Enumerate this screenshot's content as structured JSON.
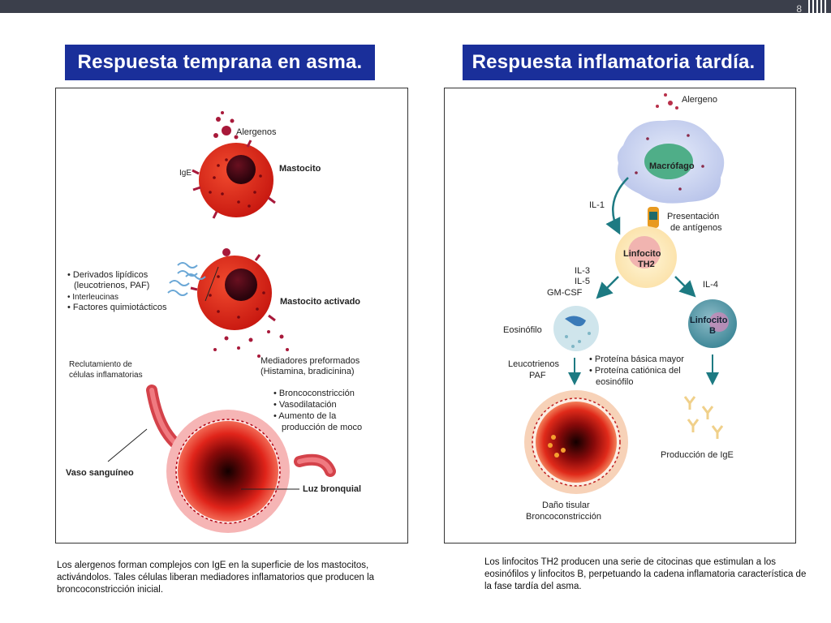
{
  "slide": {
    "page_number": "8",
    "left_title": "Respuesta temprana en asma.",
    "right_title": "Respuesta inflamatoria tardía."
  },
  "left_panel": {
    "alergenos": "Alergenos",
    "ige": "IgE",
    "mastocito": "Mastocito",
    "derivados_1": "• Derivados lipídicos",
    "derivados_2": "(leucotrienos, PAF)",
    "interleucinas": "• Interleucinas",
    "factores": "• Factores quimiotácticos",
    "mastocito_activado": "Mastocito activado",
    "mediadores_1": "Mediadores preformados",
    "mediadores_2": "(Histamina, bradicinina)",
    "reclutamiento_1": "Reclutamiento de",
    "reclutamiento_2": "células inflamatorias",
    "efecto_1": "• Broncoconstricción",
    "efecto_2": "• Vasodilatación",
    "efecto_3": "• Aumento de la",
    "efecto_4": "producción de moco",
    "vaso": "Vaso sanguíneo",
    "luz": "Luz bronquial"
  },
  "right_panel": {
    "alergeno": "Alergeno",
    "macrofago": "Macrófago",
    "il1": "IL-1",
    "presentacion_1": "Presentación",
    "presentacion_2": "de antígenos",
    "linfocito_th2_1": "Linfocito",
    "linfocito_th2_2": "TH2",
    "il3": "IL-3",
    "il5": "IL-5",
    "gmcsf": "GM-CSF",
    "il4": "IL-4",
    "eosinofilo": "Eosinófilo",
    "linfocito_b_1": "Linfocito",
    "linfocito_b_2": "B",
    "leucotrienos": "Leucotrienos",
    "paf": "PAF",
    "proteina_1": "• Proteína básica mayor",
    "proteina_2": "• Proteína catiónica del",
    "proteina_3": "eosinófilo",
    "produccion_ige": "Producción de IgE",
    "dano_1": "Daño tisular",
    "dano_2": "Broncoconstricción"
  },
  "captions": {
    "left": "Los alergenos forman complejos con IgE en la superficie de los mastocitos, activándolos. Tales células liberan mediadores inflamatorios que producen la broncoconstricción inicial.",
    "right": "Los linfocitos TH2 producen una serie de citocinas que estimulan a los eosinófilos y linfocitos B, perpetuando la cadena inflamatoria característica de la fase tardía del asma."
  },
  "colors": {
    "title_bg": "#1a2f9a",
    "cell_red": "#e02a1a",
    "nucleus": "#3a0612",
    "teal_arrow": "#1d7a82"
  }
}
